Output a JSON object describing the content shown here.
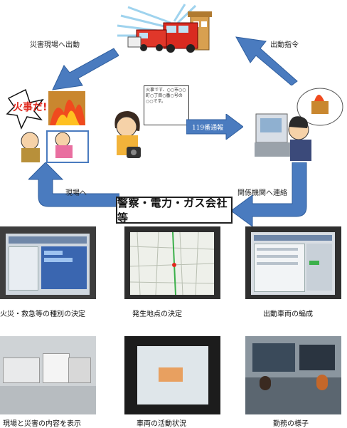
{
  "labels": {
    "to_disaster_site": "災害現場へ出動",
    "dispatch_order": "出動指令",
    "call_119": "119番通報",
    "to_site": "現場へ",
    "contact_agencies": "関係機関へ連絡"
  },
  "banner": "警察・電力・ガス会社等",
  "caller_bubble": "火事です、○○市○○町○丁目○番○号の○○です。",
  "fire_shout": "火事だ!",
  "captions": [
    "火災・救急等の種別の決定",
    "発生地点の決定",
    "出動車両の編成",
    "現場と災害の内容を表示",
    "車両の活動状況",
    "勤務の様子"
  ],
  "colors": {
    "arrow": "#4a7bbf",
    "arrow_dark": "#2f5e9e",
    "fire_red": "#e02a1f"
  }
}
